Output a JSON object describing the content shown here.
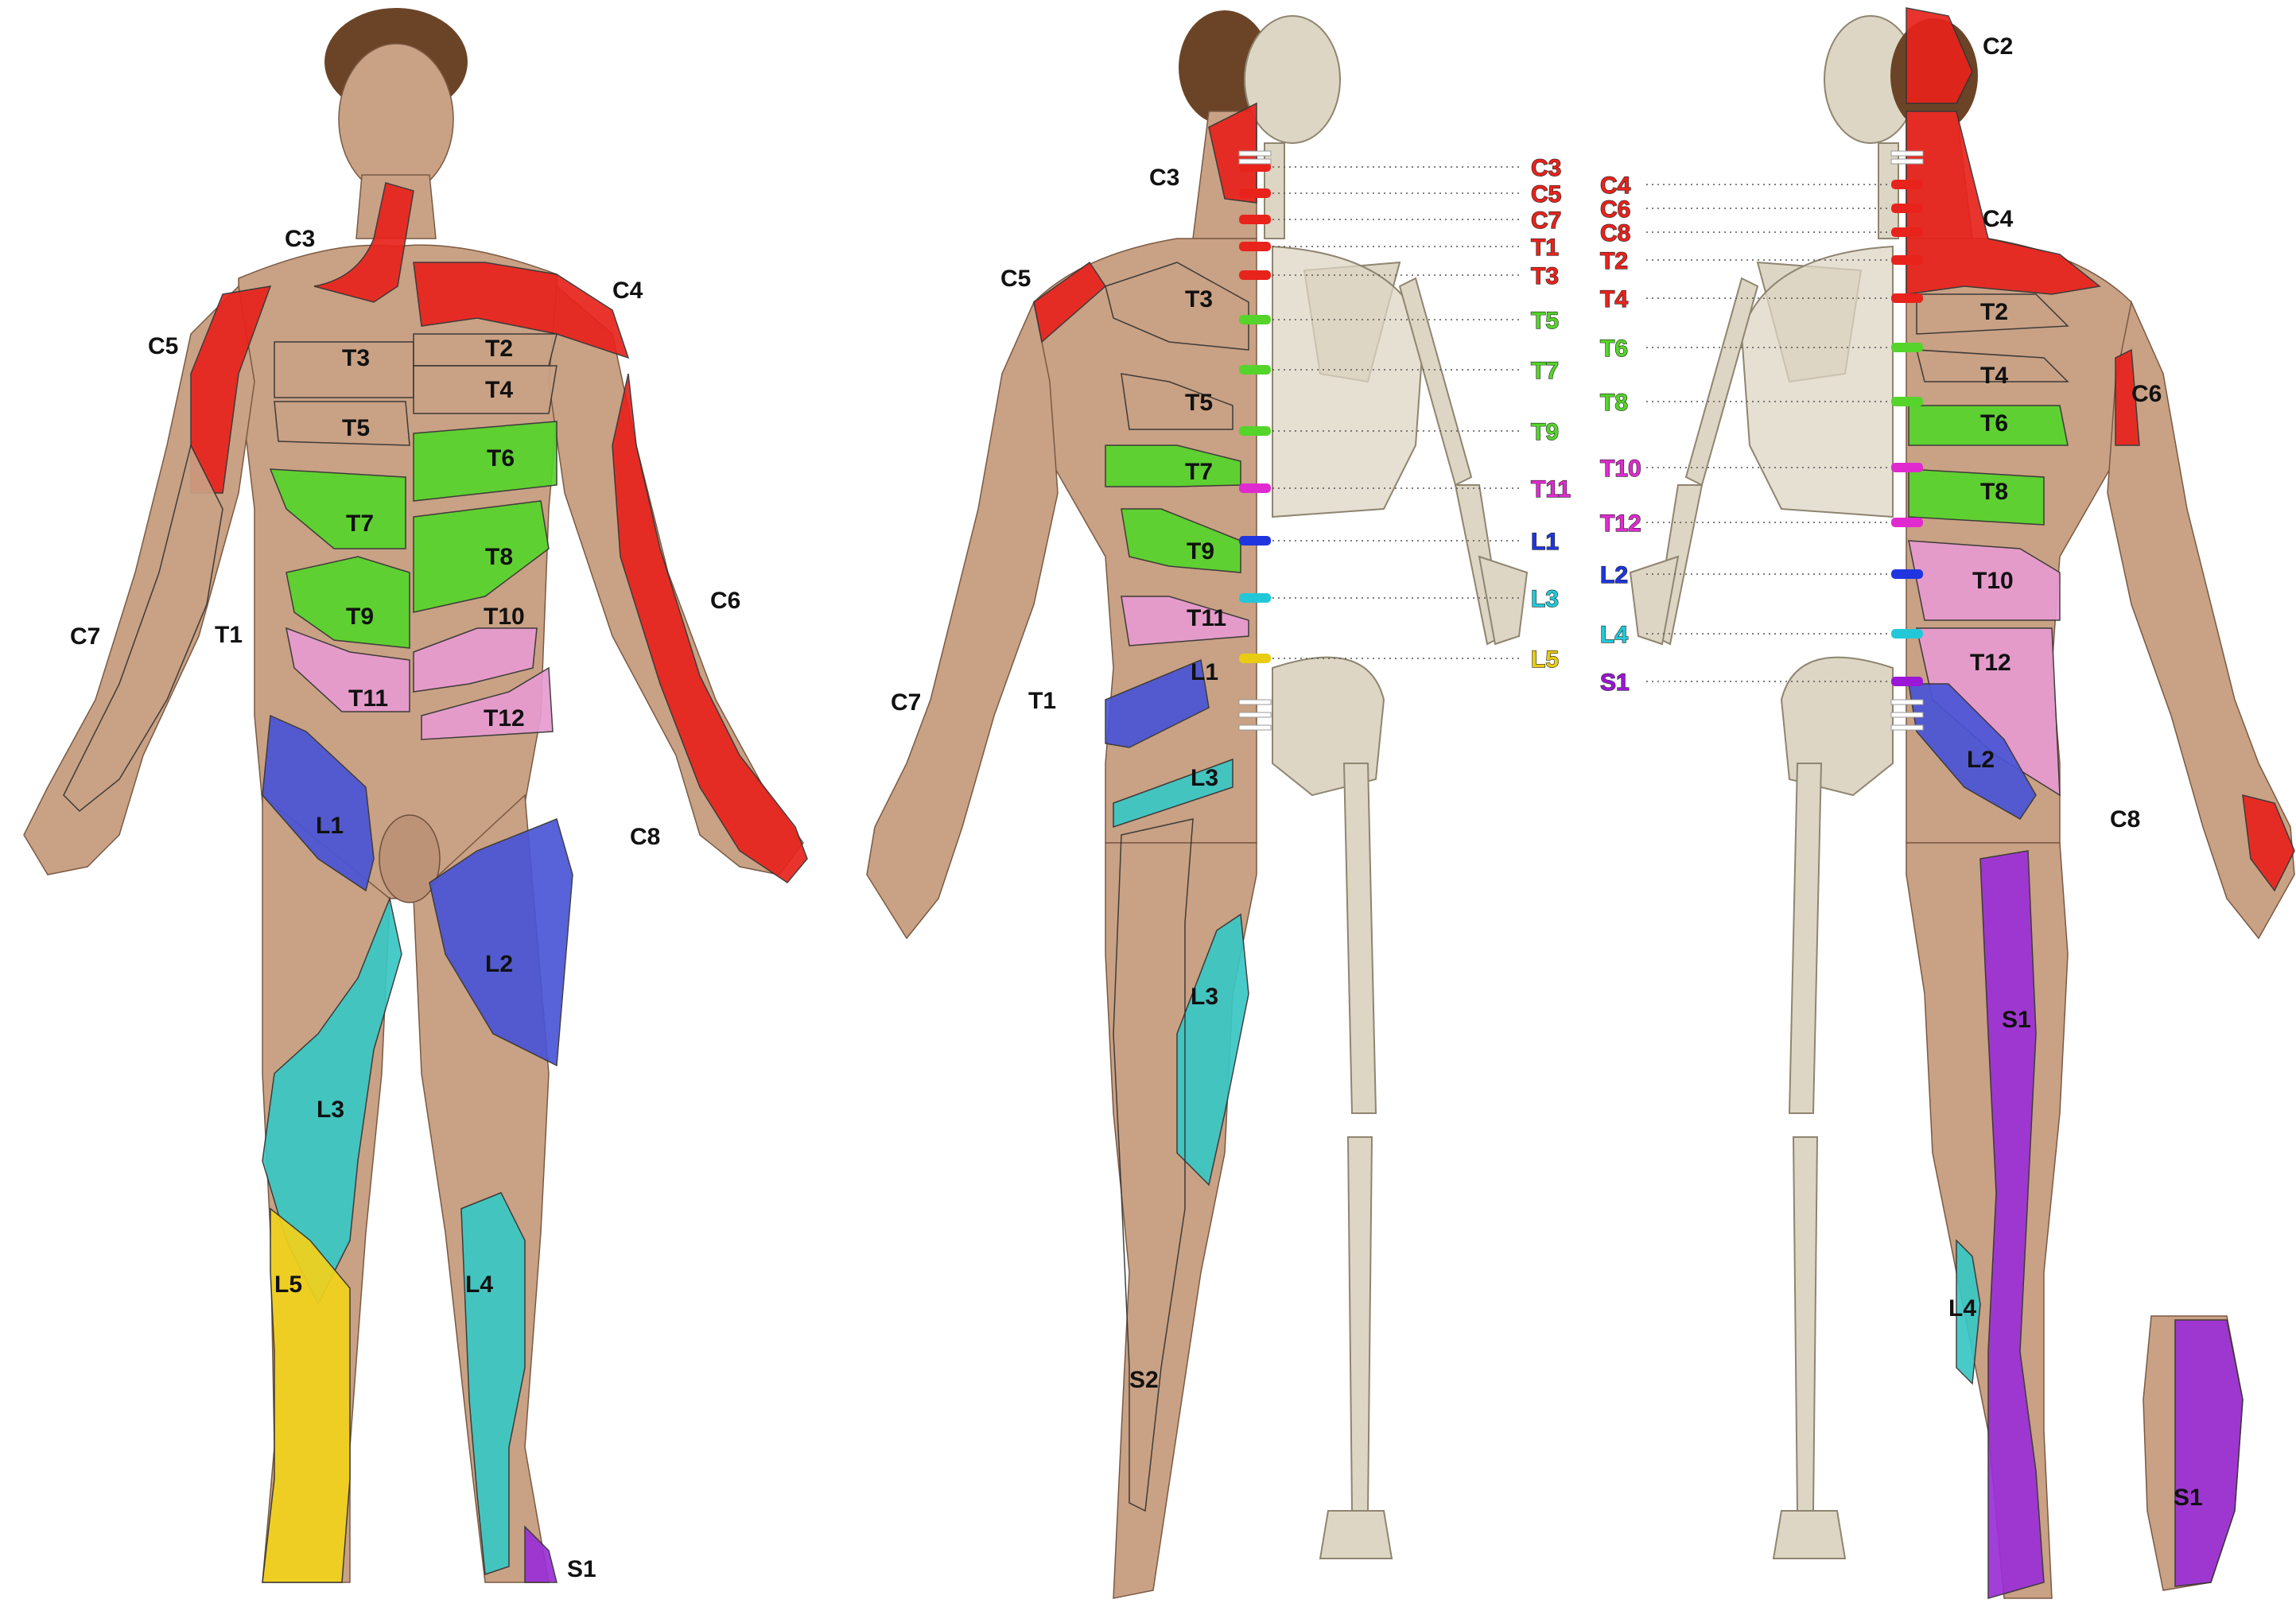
{
  "colors": {
    "cervical": "#e8231c",
    "thoracic_upper": "#e8231c",
    "thoracic_mid": "#55d42b",
    "thoracic_low": "#e79bd0",
    "lumbar_1_2": "#4a55d6",
    "lumbar_3_4": "#39c7c4",
    "lumbar_5": "#f2d21b",
    "sacral_1": "#9b2fd6",
    "sacral_2": "#e23ac7"
  },
  "front_view": {
    "labels": {
      "c3": "C3",
      "c4": "C4",
      "c5": "C5",
      "c6": "C6",
      "c7": "C7",
      "c8": "C8",
      "t1": "T1",
      "t2": "T2",
      "t3": "T3",
      "t4": "T4",
      "t5": "T5",
      "t6": "T6",
      "t7": "T7",
      "t8": "T8",
      "t9": "T9",
      "t10": "T10",
      "t11": "T11",
      "t12": "T12",
      "l1": "L1",
      "l2": "L2",
      "l3": "L3",
      "l4": "L4",
      "l5": "L5",
      "s1": "S1"
    }
  },
  "back_left_view": {
    "labels": {
      "c3": "C3",
      "c5": "C5",
      "c7": "C7",
      "t1": "T1",
      "t3": "T3",
      "t5": "T5",
      "t7": "T7",
      "t9": "T9",
      "t11": "T11",
      "l1": "L1",
      "l3_upper": "L3",
      "l3_lower": "L3",
      "s2": "S2"
    }
  },
  "back_right_view": {
    "labels": {
      "c2": "C2",
      "c4": "C4",
      "c6": "C6",
      "c8": "C8",
      "t2": "T2",
      "t4": "T4",
      "t6": "T6",
      "t8": "T8",
      "t10": "T10",
      "t12": "T12",
      "l2": "L2",
      "l4": "L4",
      "s1": "S1"
    }
  },
  "foot_sole": {
    "label": "S1"
  },
  "spinal_levels_left": [
    {
      "label": "C3",
      "color": "#e8231c"
    },
    {
      "label": "C5",
      "color": "#e8231c"
    },
    {
      "label": "C7",
      "color": "#e8231c"
    },
    {
      "label": "T1",
      "color": "#e8231c"
    },
    {
      "label": "T3",
      "color": "#e8231c"
    },
    {
      "label": "T5",
      "color": "#55d42b"
    },
    {
      "label": "T7",
      "color": "#55d42b"
    },
    {
      "label": "T9",
      "color": "#55d42b"
    },
    {
      "label": "T11",
      "color": "#e02ad0"
    },
    {
      "label": "L1",
      "color": "#1f35e0"
    },
    {
      "label": "L3",
      "color": "#22c8d8"
    },
    {
      "label": "L5",
      "color": "#e8cc12"
    }
  ],
  "spinal_levels_right": [
    {
      "label": "C4",
      "color": "#e8231c"
    },
    {
      "label": "C6",
      "color": "#e8231c"
    },
    {
      "label": "C8",
      "color": "#e8231c"
    },
    {
      "label": "T2",
      "color": "#e8231c"
    },
    {
      "label": "T4",
      "color": "#e8231c"
    },
    {
      "label": "T6",
      "color": "#55d42b"
    },
    {
      "label": "T8",
      "color": "#55d42b"
    },
    {
      "label": "T10",
      "color": "#e02ad0"
    },
    {
      "label": "T12",
      "color": "#e02ad0"
    },
    {
      "label": "L2",
      "color": "#1f35e0"
    },
    {
      "label": "L4",
      "color": "#22c8d8"
    },
    {
      "label": "S1",
      "color": "#9b16d6"
    }
  ]
}
